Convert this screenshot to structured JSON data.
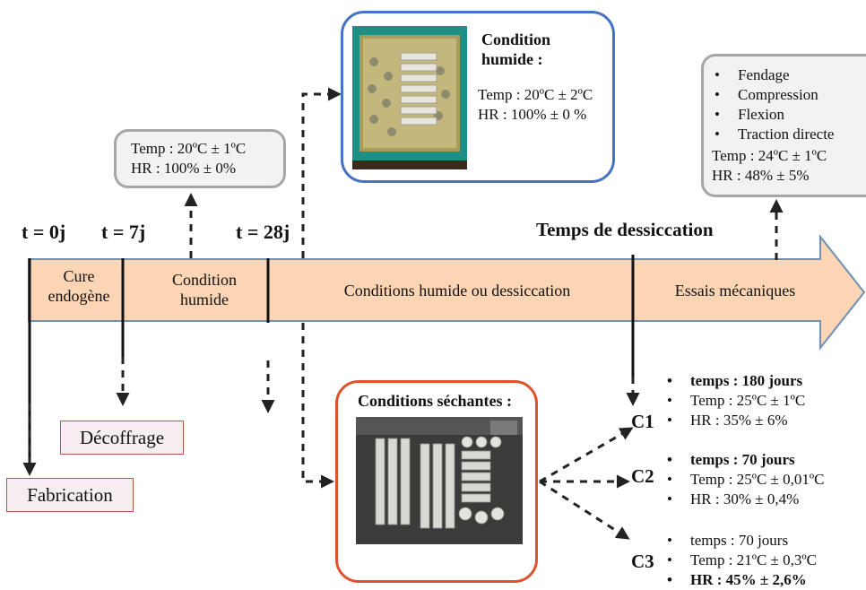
{
  "timeline": {
    "markers": [
      "t = 0j",
      "t = 7j",
      "t = 28j"
    ],
    "axis_title": "Temps de dessiccation",
    "phases": [
      {
        "lines": [
          "Cure",
          "endogène"
        ]
      },
      {
        "lines": [
          "Condition",
          "humide"
        ]
      },
      {
        "lines": [
          "Conditions humide ou dessiccation"
        ]
      },
      {
        "lines": [
          "Essais mécaniques"
        ]
      }
    ]
  },
  "events": {
    "fabrication": "Fabrication",
    "decoffrage": "Décoffrage"
  },
  "cure_box": {
    "lines": [
      "Temp : 20ºC ± 1ºC",
      "HR : 100% ± 0%"
    ]
  },
  "humid": {
    "title_lines": [
      "Condition",
      "humide :"
    ],
    "lines": [
      "Temp : 20ºC ± 2ºC",
      "HR : 100% ± 0 %"
    ],
    "photo": "tray-of-specimens-in-water-photo"
  },
  "tests": {
    "items": [
      "Fendage",
      "Compression",
      "Flexion",
      "Traction directe"
    ],
    "lines": [
      "Temp : 24ºC ± 1ºC",
      "HR : 48% ± 5%"
    ]
  },
  "drying": {
    "title": "Conditions séchantes :",
    "photo": "specimens-on-shelf-photo"
  },
  "cases": [
    {
      "label": "C1",
      "items": [
        {
          "text": "temps : 180 jours",
          "bold": true
        },
        {
          "text": "Temp : 25ºC ± 1ºC",
          "bold": false
        },
        {
          "text": "HR :  35% ± 6%",
          "bold": false
        }
      ]
    },
    {
      "label": "C2",
      "items": [
        {
          "text": "temps : 70 jours",
          "bold": true
        },
        {
          "text": "Temp : 25ºC ± 0,01ºC",
          "bold": false
        },
        {
          "text": "HR :  30% ± 0,4%",
          "bold": false
        }
      ]
    },
    {
      "label": "C3",
      "items": [
        {
          "text": "temps : 70 jours",
          "bold": false
        },
        {
          "text": "Temp : 21ºC ± 0,3ºC",
          "bold": false
        },
        {
          "text": "HR :  45% ± 2,6%",
          "bold": true
        }
      ]
    }
  ],
  "colors": {
    "arrow_fill": "#fcd5b4",
    "arrow_stroke": "#6f8fb3",
    "humid_border": "#4472c4",
    "drying_border": "#e0522e",
    "gray_border": "#a6a6a6",
    "pink_border": "#c0504d"
  }
}
